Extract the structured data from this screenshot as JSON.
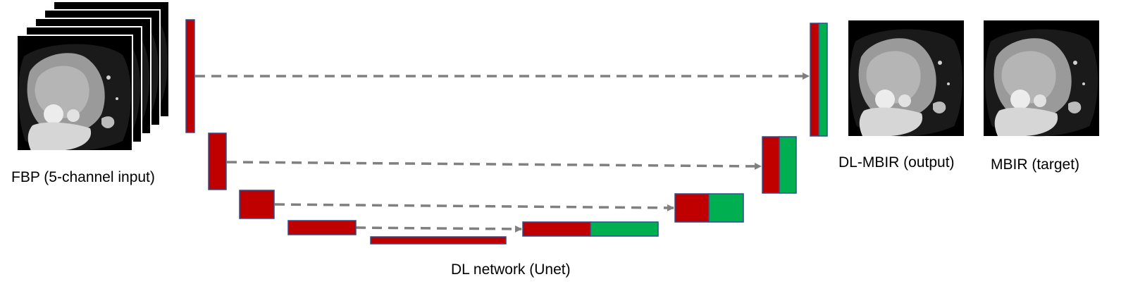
{
  "labels": {
    "input": "FBP (5-channel input)",
    "network": "DL network (Unet)",
    "output": "DL-MBIR (output)",
    "target": "MBIR (target)"
  },
  "colors": {
    "encoder_block": "#c00000",
    "decoder_concat": "#00b050",
    "block_border": "#2f4f8f",
    "skip_arrow": "#808080",
    "ct_background": "#000000"
  },
  "icons": {
    "input_stack": "ct-slice-stack-icon",
    "output_image": "ct-slice-image-icon",
    "target_image": "ct-slice-image-icon",
    "skip": "dashed-arrow-icon"
  }
}
